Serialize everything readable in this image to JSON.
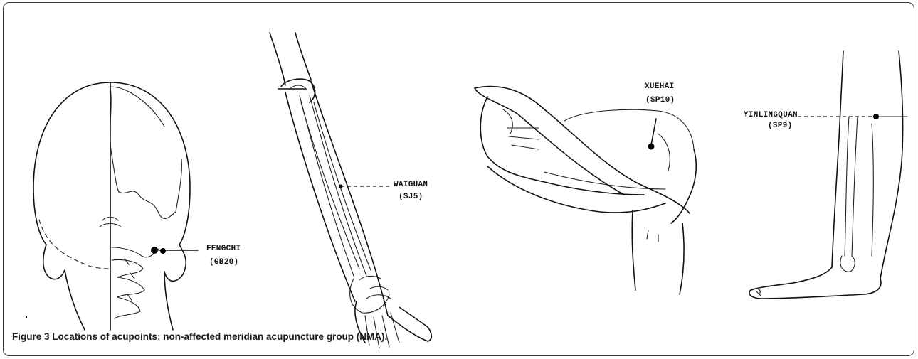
{
  "figure": {
    "label": "Figure 3",
    "title": "Locations of acupoints: non-affected meridian acupuncture group (NMA)."
  },
  "acupoints": [
    {
      "name": "FENGCHI",
      "code": "(GB20)"
    },
    {
      "name": "WAIGUAN",
      "code": "(SJ5)"
    },
    {
      "name": "XUEHAI",
      "code": "(SP10)"
    },
    {
      "name": "YINLINGQUAN",
      "code": "(SP9)"
    }
  ]
}
